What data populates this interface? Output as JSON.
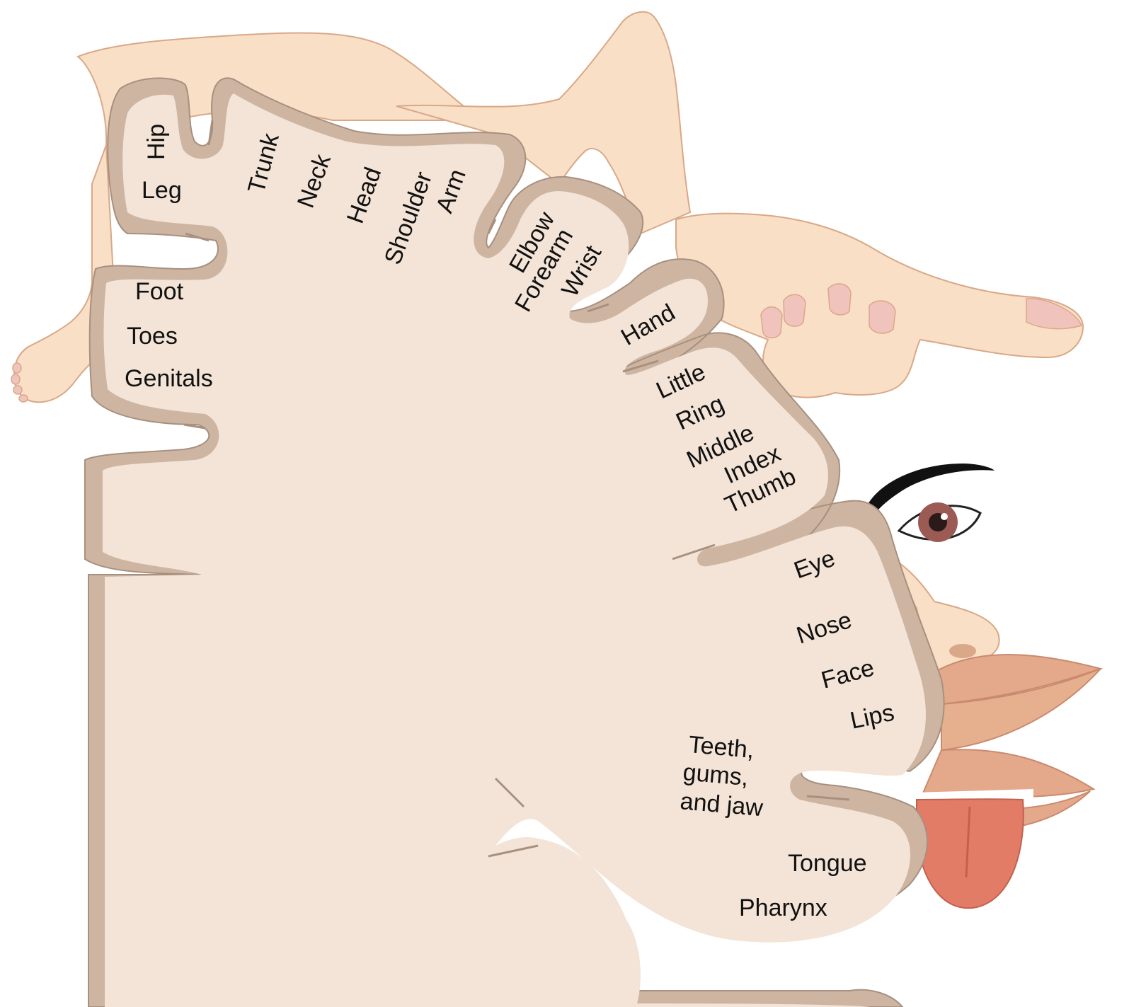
{
  "colors": {
    "background": "#ffffff",
    "brain_fill": "#f3e4d7",
    "cortex_band": "#cdb5a1",
    "cortex_outline": "#a89080",
    "skin": "#f9dfc5",
    "skin_outline": "#d9a888",
    "nail": "#f1c3bd",
    "lips": "#e3a98a",
    "tongue": "#e27c67",
    "iris": "#9c5a55",
    "brow": "#111111",
    "label_text": "#111111"
  },
  "labels": {
    "hip": "Hip",
    "leg": "Leg",
    "foot": "Foot",
    "toes": "Toes",
    "genitals": "Genitals",
    "trunk": "Trunk",
    "neck": "Neck",
    "head": "Head",
    "shoulder": "Shoulder",
    "arm": "Arm",
    "elbow": "Elbow",
    "forearm": "Forearm",
    "wrist": "Wrist",
    "hand": "Hand",
    "little": "Little",
    "ring": "Ring",
    "middle": "Middle",
    "index": "Index",
    "thumb": "Thumb",
    "eye": "Eye",
    "nose": "Nose",
    "face": "Face",
    "lips": "Lips",
    "teeth_line1": "Teeth,",
    "teeth_line2": "gums,",
    "teeth_line3": "and jaw",
    "tongue": "Tongue",
    "pharynx": "Pharynx"
  },
  "icons": {
    "leg_figure": "leg-and-foot-icon",
    "trunk_figure": "trunk-and-arm-icon",
    "hand_figure": "hand-icon",
    "eye_figure": "eye-icon",
    "nose_figure": "nose-icon",
    "lips_figure": "lips-icon",
    "tongue_figure": "tongue-icon"
  }
}
